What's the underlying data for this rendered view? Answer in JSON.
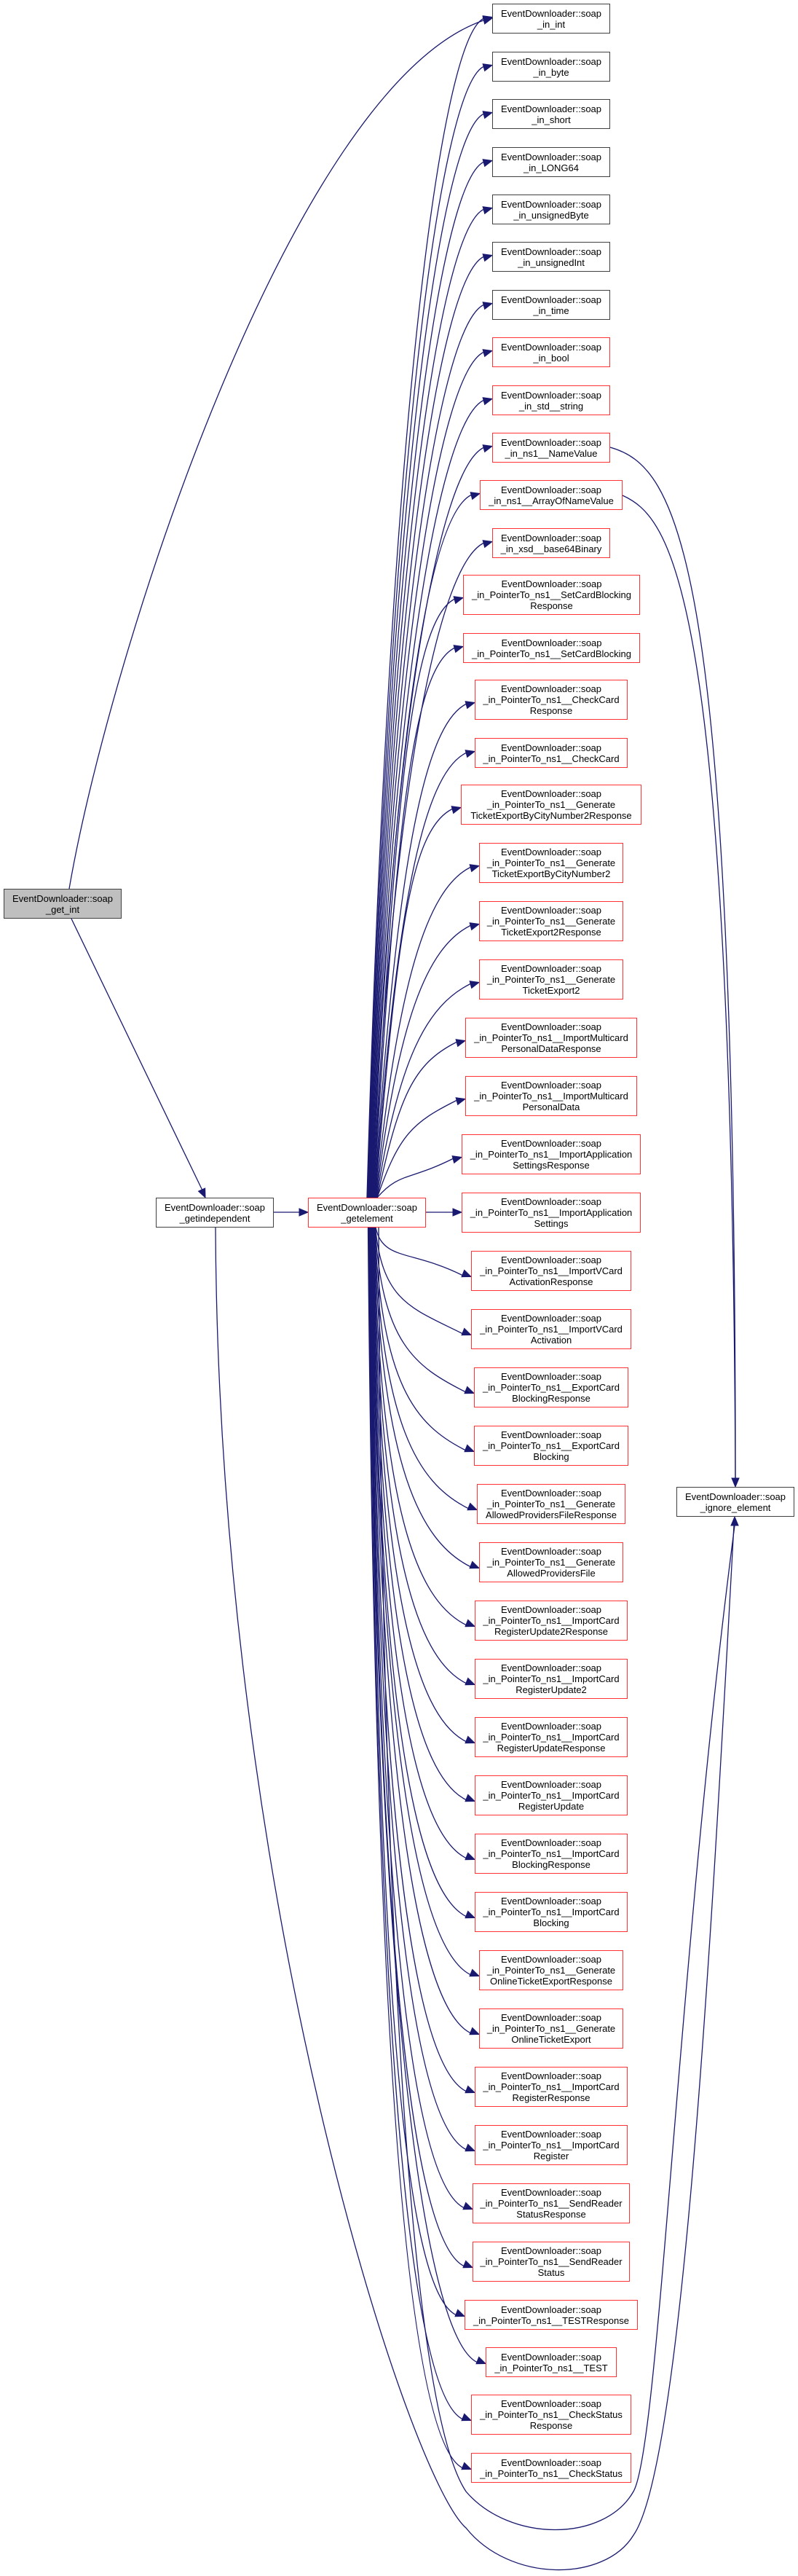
{
  "graph": {
    "title": "Call graph of EventDownloader::soap_get_int",
    "edge_color": "#191970",
    "colors": {
      "documented_border": "#404040",
      "undocumented_border": "#ff3333",
      "current_fill": "#bfbfbf"
    },
    "nodes": {
      "get_int": {
        "lines": [
          "EventDownloader::soap",
          "_get_int"
        ],
        "style": "current"
      },
      "getindependent": {
        "lines": [
          "EventDownloader::soap",
          "_getindependent"
        ],
        "style": "black"
      },
      "getelement": {
        "lines": [
          "EventDownloader::soap",
          "_getelement"
        ],
        "style": "red"
      },
      "ignore_element": {
        "lines": [
          "EventDownloader::soap",
          "_ignore_element"
        ],
        "style": "black"
      }
    },
    "callees": [
      {
        "lines": [
          "EventDownloader::soap",
          "_in_int"
        ],
        "style": "black"
      },
      {
        "lines": [
          "EventDownloader::soap",
          "_in_byte"
        ],
        "style": "black"
      },
      {
        "lines": [
          "EventDownloader::soap",
          "_in_short"
        ],
        "style": "black"
      },
      {
        "lines": [
          "EventDownloader::soap",
          "_in_LONG64"
        ],
        "style": "black"
      },
      {
        "lines": [
          "EventDownloader::soap",
          "_in_unsignedByte"
        ],
        "style": "black"
      },
      {
        "lines": [
          "EventDownloader::soap",
          "_in_unsignedInt"
        ],
        "style": "black"
      },
      {
        "lines": [
          "EventDownloader::soap",
          "_in_time"
        ],
        "style": "black"
      },
      {
        "lines": [
          "EventDownloader::soap",
          "_in_bool"
        ],
        "style": "red"
      },
      {
        "lines": [
          "EventDownloader::soap",
          "_in_std__string"
        ],
        "style": "red"
      },
      {
        "lines": [
          "EventDownloader::soap",
          "_in_ns1__NameValue"
        ],
        "style": "red"
      },
      {
        "lines": [
          "EventDownloader::soap",
          "_in_ns1__ArrayOfNameValue"
        ],
        "style": "red"
      },
      {
        "lines": [
          "EventDownloader::soap",
          "_in_xsd__base64Binary"
        ],
        "style": "red"
      },
      {
        "lines": [
          "EventDownloader::soap",
          "_in_PointerTo_ns1__SetCardBlocking",
          "Response"
        ],
        "style": "red"
      },
      {
        "lines": [
          "EventDownloader::soap",
          "_in_PointerTo_ns1__SetCardBlocking"
        ],
        "style": "red"
      },
      {
        "lines": [
          "EventDownloader::soap",
          "_in_PointerTo_ns1__CheckCard",
          "Response"
        ],
        "style": "red"
      },
      {
        "lines": [
          "EventDownloader::soap",
          "_in_PointerTo_ns1__CheckCard"
        ],
        "style": "red"
      },
      {
        "lines": [
          "EventDownloader::soap",
          "_in_PointerTo_ns1__Generate",
          "TicketExportByCityNumber2Response"
        ],
        "style": "red"
      },
      {
        "lines": [
          "EventDownloader::soap",
          "_in_PointerTo_ns1__Generate",
          "TicketExportByCityNumber2"
        ],
        "style": "red"
      },
      {
        "lines": [
          "EventDownloader::soap",
          "_in_PointerTo_ns1__Generate",
          "TicketExport2Response"
        ],
        "style": "red"
      },
      {
        "lines": [
          "EventDownloader::soap",
          "_in_PointerTo_ns1__Generate",
          "TicketExport2"
        ],
        "style": "red"
      },
      {
        "lines": [
          "EventDownloader::soap",
          "_in_PointerTo_ns1__ImportMulticard",
          "PersonalDataResponse"
        ],
        "style": "red"
      },
      {
        "lines": [
          "EventDownloader::soap",
          "_in_PointerTo_ns1__ImportMulticard",
          "PersonalData"
        ],
        "style": "red"
      },
      {
        "lines": [
          "EventDownloader::soap",
          "_in_PointerTo_ns1__ImportApplication",
          "SettingsResponse"
        ],
        "style": "red"
      },
      {
        "lines": [
          "EventDownloader::soap",
          "_in_PointerTo_ns1__ImportApplication",
          "Settings"
        ],
        "style": "red"
      },
      {
        "lines": [
          "EventDownloader::soap",
          "_in_PointerTo_ns1__ImportVCard",
          "ActivationResponse"
        ],
        "style": "red"
      },
      {
        "lines": [
          "EventDownloader::soap",
          "_in_PointerTo_ns1__ImportVCard",
          "Activation"
        ],
        "style": "red"
      },
      {
        "lines": [
          "EventDownloader::soap",
          "_in_PointerTo_ns1__ExportCard",
          "BlockingResponse"
        ],
        "style": "red"
      },
      {
        "lines": [
          "EventDownloader::soap",
          "_in_PointerTo_ns1__ExportCard",
          "Blocking"
        ],
        "style": "red"
      },
      {
        "lines": [
          "EventDownloader::soap",
          "_in_PointerTo_ns1__Generate",
          "AllowedProvidersFileResponse"
        ],
        "style": "red"
      },
      {
        "lines": [
          "EventDownloader::soap",
          "_in_PointerTo_ns1__Generate",
          "AllowedProvidersFile"
        ],
        "style": "red"
      },
      {
        "lines": [
          "EventDownloader::soap",
          "_in_PointerTo_ns1__ImportCard",
          "RegisterUpdate2Response"
        ],
        "style": "red"
      },
      {
        "lines": [
          "EventDownloader::soap",
          "_in_PointerTo_ns1__ImportCard",
          "RegisterUpdate2"
        ],
        "style": "red"
      },
      {
        "lines": [
          "EventDownloader::soap",
          "_in_PointerTo_ns1__ImportCard",
          "RegisterUpdateResponse"
        ],
        "style": "red"
      },
      {
        "lines": [
          "EventDownloader::soap",
          "_in_PointerTo_ns1__ImportCard",
          "RegisterUpdate"
        ],
        "style": "red"
      },
      {
        "lines": [
          "EventDownloader::soap",
          "_in_PointerTo_ns1__ImportCard",
          "BlockingResponse"
        ],
        "style": "red"
      },
      {
        "lines": [
          "EventDownloader::soap",
          "_in_PointerTo_ns1__ImportCard",
          "Blocking"
        ],
        "style": "red"
      },
      {
        "lines": [
          "EventDownloader::soap",
          "_in_PointerTo_ns1__Generate",
          "OnlineTicketExportResponse"
        ],
        "style": "red"
      },
      {
        "lines": [
          "EventDownloader::soap",
          "_in_PointerTo_ns1__Generate",
          "OnlineTicketExport"
        ],
        "style": "red"
      },
      {
        "lines": [
          "EventDownloader::soap",
          "_in_PointerTo_ns1__ImportCard",
          "RegisterResponse"
        ],
        "style": "red"
      },
      {
        "lines": [
          "EventDownloader::soap",
          "_in_PointerTo_ns1__ImportCard",
          "Register"
        ],
        "style": "red"
      },
      {
        "lines": [
          "EventDownloader::soap",
          "_in_PointerTo_ns1__SendReader",
          "StatusResponse"
        ],
        "style": "red"
      },
      {
        "lines": [
          "EventDownloader::soap",
          "_in_PointerTo_ns1__SendReader",
          "Status"
        ],
        "style": "red"
      },
      {
        "lines": [
          "EventDownloader::soap",
          "_in_PointerTo_ns1__TESTResponse"
        ],
        "style": "red"
      },
      {
        "lines": [
          "EventDownloader::soap",
          "_in_PointerTo_ns1__TEST"
        ],
        "style": "red"
      },
      {
        "lines": [
          "EventDownloader::soap",
          "_in_PointerTo_ns1__CheckStatus",
          "Response"
        ],
        "style": "red"
      },
      {
        "lines": [
          "EventDownloader::soap",
          "_in_PointerTo_ns1__CheckStatus"
        ],
        "style": "red"
      }
    ]
  }
}
